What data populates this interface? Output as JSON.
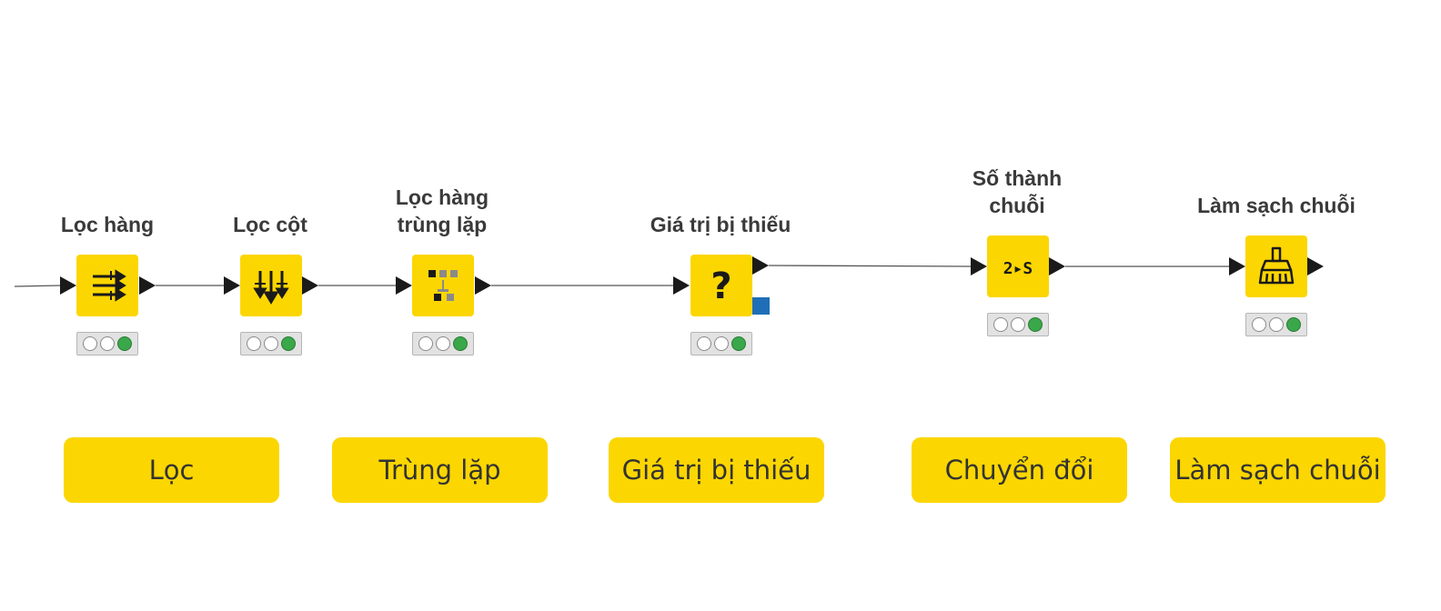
{
  "nodes": [
    {
      "label_lines": [
        "Lọc hàng"
      ],
      "icon": "row-filter-icon",
      "status": [
        "off",
        "off",
        "on"
      ]
    },
    {
      "label_lines": [
        "Lọc cột"
      ],
      "icon": "column-filter-icon",
      "status": [
        "off",
        "off",
        "on"
      ]
    },
    {
      "label_lines": [
        "Lọc hàng",
        "trùng lặp"
      ],
      "icon": "duplicate-row-filter-icon",
      "status": [
        "off",
        "off",
        "on"
      ]
    },
    {
      "label_lines": [
        "Giá trị bị thiếu"
      ],
      "icon": "question-mark-icon",
      "status": [
        "off",
        "off",
        "on"
      ]
    },
    {
      "label_lines": [
        "Số thành",
        "chuỗi"
      ],
      "icon": "number-to-string-icon",
      "icon_text": "2▸S",
      "status": [
        "off",
        "off",
        "on"
      ]
    },
    {
      "label_lines": [
        "Làm sạch chuỗi"
      ],
      "icon": "broom-icon",
      "status": [
        "off",
        "off",
        "on"
      ]
    }
  ],
  "categories": [
    "Lọc",
    "Trùng lặp",
    "Giá trị bị thiếu",
    "Chuyển đổi",
    "Làm sạch chuỗi"
  ],
  "colors": {
    "node_fill": "#fcd600",
    "category_fill": "#fcd600",
    "status_on": "#3aa84a",
    "flow_variable_port": "#1f6fb8",
    "wire": "#555555"
  }
}
